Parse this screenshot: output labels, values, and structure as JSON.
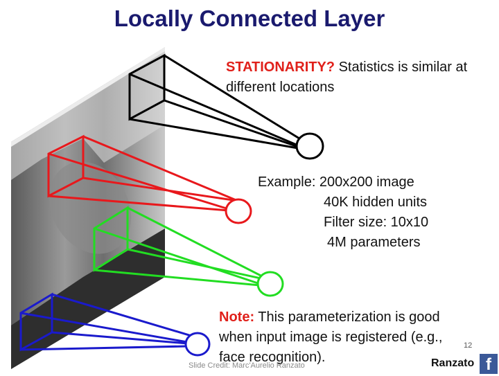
{
  "title": "Locally Connected Layer",
  "stationarity": {
    "label": "STATIONARITY?",
    "line1": " Statistics is similar at",
    "line2": "different locations"
  },
  "example": {
    "label": "Example: 200x200 image",
    "items": [
      "40K hidden units",
      "Filter size: 10x10",
      "4M parameters"
    ]
  },
  "note": {
    "label": "Note:",
    "line1": " This parameterization is good",
    "line2": "when input image is registered (e.g.,",
    "line3": "face recognition)."
  },
  "credit": "Slide Credit: Marc'Aurelio Ranzato",
  "page_number": "12",
  "brand": "Ranzato",
  "facebook_glyph": "f",
  "colors": {
    "title": "#1a1a6e",
    "accent": "#e0201a",
    "black": "#000000",
    "red": "#e8181c",
    "green": "#22dd22",
    "blue": "#1a1acc",
    "facebook": "#3b5998"
  }
}
